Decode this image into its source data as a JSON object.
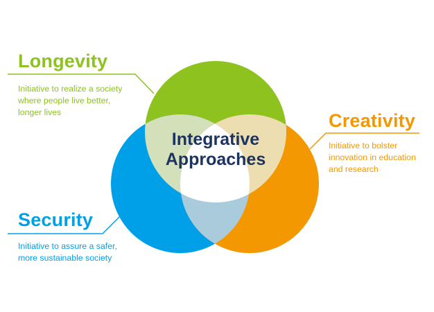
{
  "center_label": {
    "line1": "Integrative",
    "line2": "Approaches"
  },
  "sections": [
    {
      "title": "Longevity",
      "desc": [
        "Initiative to realize a society",
        "where people live better,",
        "longer lives"
      ]
    },
    {
      "title": "Creativity",
      "desc": [
        "Initiative to bolster",
        "innovation in education",
        "and research"
      ]
    },
    {
      "title": "Security",
      "desc": [
        "Initiative to assure a safer,",
        "more sustainable society"
      ]
    }
  ],
  "colors": {
    "longevity": "#8dc21f",
    "creativity": "#f39800",
    "security": "#00a0e9",
    "center_text": "#1d3461",
    "green_blue": "#d4e0b9",
    "green_orange": "#ecdeb1",
    "blue_orange": "#a9cbdc"
  }
}
